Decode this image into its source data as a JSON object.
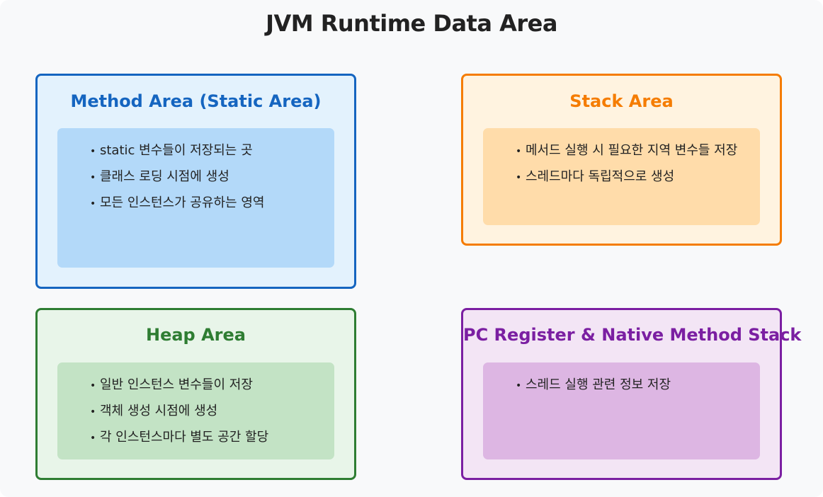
{
  "title": "JVM Runtime Data Area",
  "colors": {
    "method": {
      "border": "#1565c0",
      "fill": "#e3f2fd",
      "inner": "#b3d9f9",
      "title": "#1565c0"
    },
    "stack": {
      "border": "#f57c00",
      "fill": "#fff3e0",
      "inner": "#ffdcaa",
      "title": "#f57c00"
    },
    "heap": {
      "border": "#2e7d32",
      "fill": "#e8f5e9",
      "inner": "#c3e3c5",
      "title": "#2e7d32"
    },
    "pc": {
      "border": "#7b1fa2",
      "fill": "#f3e5f5",
      "inner": "#ddb6e3",
      "title": "#7b1fa2"
    }
  },
  "panels": {
    "method": {
      "title": "Method Area (Static Area)",
      "items": [
        "static 변수들이 저장되는 곳",
        "클래스 로딩 시점에 생성",
        "모든 인스턴스가 공유하는 영역"
      ]
    },
    "stack": {
      "title": "Stack Area",
      "items": [
        "메서드 실행 시 필요한 지역 변수들 저장",
        "스레드마다 독립적으로 생성"
      ]
    },
    "heap": {
      "title": "Heap Area",
      "items": [
        "일반 인스턴스 변수들이 저장",
        "객체 생성 시점에 생성",
        "각 인스턴스마다 별도 공간 할당"
      ]
    },
    "pc": {
      "title": "PC Register & Native Method Stack",
      "items": [
        "스레드 실행 관련 정보 저장"
      ]
    }
  }
}
